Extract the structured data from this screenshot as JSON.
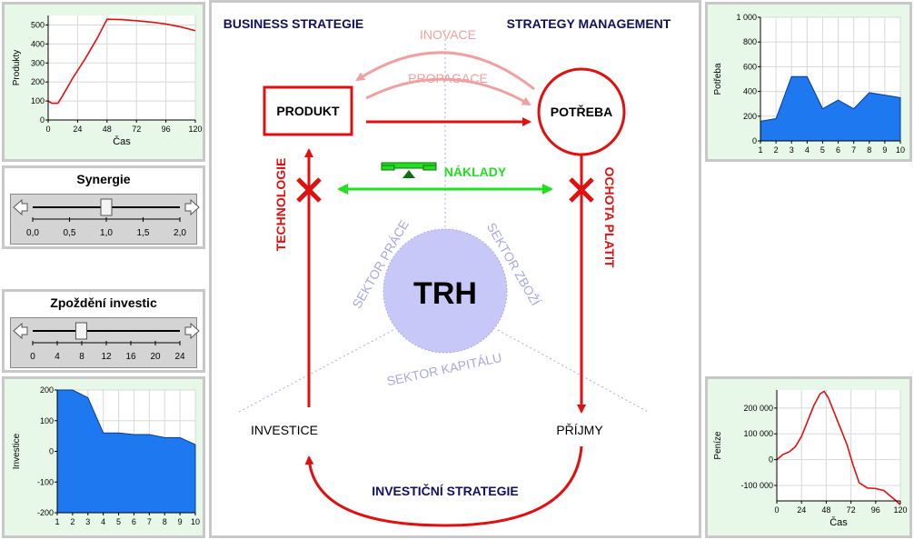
{
  "colors": {
    "red": "#e01010",
    "pink": "#f0a0a0",
    "green": "#20e020",
    "lavender": "#c8c8f8",
    "navy": "#101060",
    "fill": "#1e78f0",
    "panel_bg": "#e8f8e8"
  },
  "chart_produkty": {
    "type": "line",
    "ylabel": "Produkty",
    "xlabel": "Čas",
    "xticks": [
      "0",
      "24",
      "48",
      "72",
      "96",
      "120"
    ],
    "yticks": [
      "0",
      "100",
      "200",
      "300",
      "400",
      "500"
    ],
    "xlim": [
      0,
      120
    ],
    "ylim": [
      0,
      550
    ],
    "x": [
      0,
      3,
      8,
      12,
      20,
      30,
      40,
      48,
      60,
      72,
      84,
      96,
      108,
      114,
      120
    ],
    "y": [
      100,
      88,
      88,
      130,
      220,
      320,
      430,
      530,
      528,
      522,
      515,
      505,
      490,
      480,
      470
    ]
  },
  "chart_potreba": {
    "type": "area",
    "ylabel": "Potřeba",
    "xticks": [
      "1",
      "2",
      "3",
      "4",
      "5",
      "6",
      "7",
      "8",
      "9",
      "10"
    ],
    "yticks": [
      "0",
      "200",
      "400",
      "600",
      "800",
      "1 000"
    ],
    "xlim": [
      1,
      10
    ],
    "ylim": [
      0,
      1000
    ],
    "x": [
      1,
      2,
      3,
      4,
      5,
      6,
      7,
      8,
      9,
      10
    ],
    "y": [
      160,
      180,
      520,
      520,
      260,
      330,
      260,
      390,
      370,
      350
    ]
  },
  "chart_investice": {
    "type": "area",
    "ylabel": "Investice",
    "xticks": [
      "1",
      "2",
      "3",
      "4",
      "5",
      "6",
      "7",
      "8",
      "9",
      "10"
    ],
    "yticks": [
      "-200",
      "-100",
      "0",
      "100",
      "200"
    ],
    "xlim": [
      1,
      10
    ],
    "ylim": [
      -200,
      200
    ],
    "x": [
      1,
      2,
      3,
      4,
      5,
      6,
      7,
      8,
      9,
      10
    ],
    "y": [
      200,
      200,
      175,
      60,
      60,
      55,
      55,
      45,
      45,
      22
    ]
  },
  "chart_penize": {
    "type": "line",
    "ylabel": "Peníze",
    "xlabel": "Čas",
    "xticks": [
      "0",
      "24",
      "48",
      "72",
      "96",
      "120"
    ],
    "yticks": [
      "-100 000",
      "0",
      "100 000",
      "200 000"
    ],
    "xlim": [
      0,
      120
    ],
    "ylim": [
      -160000,
      270000
    ],
    "x": [
      0,
      6,
      12,
      18,
      24,
      30,
      36,
      42,
      46,
      50,
      56,
      62,
      68,
      74,
      80,
      88,
      96,
      104,
      110,
      116,
      120
    ],
    "y": [
      0,
      20000,
      30000,
      50000,
      90000,
      150000,
      210000,
      255000,
      265000,
      240000,
      180000,
      120000,
      60000,
      -20000,
      -90000,
      -110000,
      -112000,
      -120000,
      -140000,
      -160000,
      -175000
    ]
  },
  "synergie": {
    "title": "Synergie",
    "ticks": [
      "0,0",
      "0,5",
      "1,0",
      "1,5",
      "2,0"
    ],
    "value_fraction": 0.5
  },
  "zpozdeni": {
    "title": "Zpoždění investic",
    "ticks": [
      "0",
      "4",
      "8",
      "12",
      "16",
      "20",
      "24"
    ],
    "value_fraction": 0.33
  },
  "diagram": {
    "business": "BUSINESS STRATEGIE",
    "management": "STRATEGY MANAGEMENT",
    "inovace": "INOVACE",
    "propagace": "PROPAGACE",
    "produkt": "PRODUKT",
    "potreba": "POTŘEBA",
    "technologie": "TECHNOLOGIE",
    "ochota": "OCHOTA PLATIT",
    "naklady": "NÁKLADY",
    "trh": "TRH",
    "sektor_prace": "SEKTOR PRÁCE",
    "sektor_zbozi": "SEKTOR ZBOŽÍ",
    "sektor_kapitalu": "SEKTOR KAPITÁLU",
    "investice": "INVESTICE",
    "prijmy": "PŘÍJMY",
    "investicni": "INVESTIČNÍ STRATEGIE"
  }
}
